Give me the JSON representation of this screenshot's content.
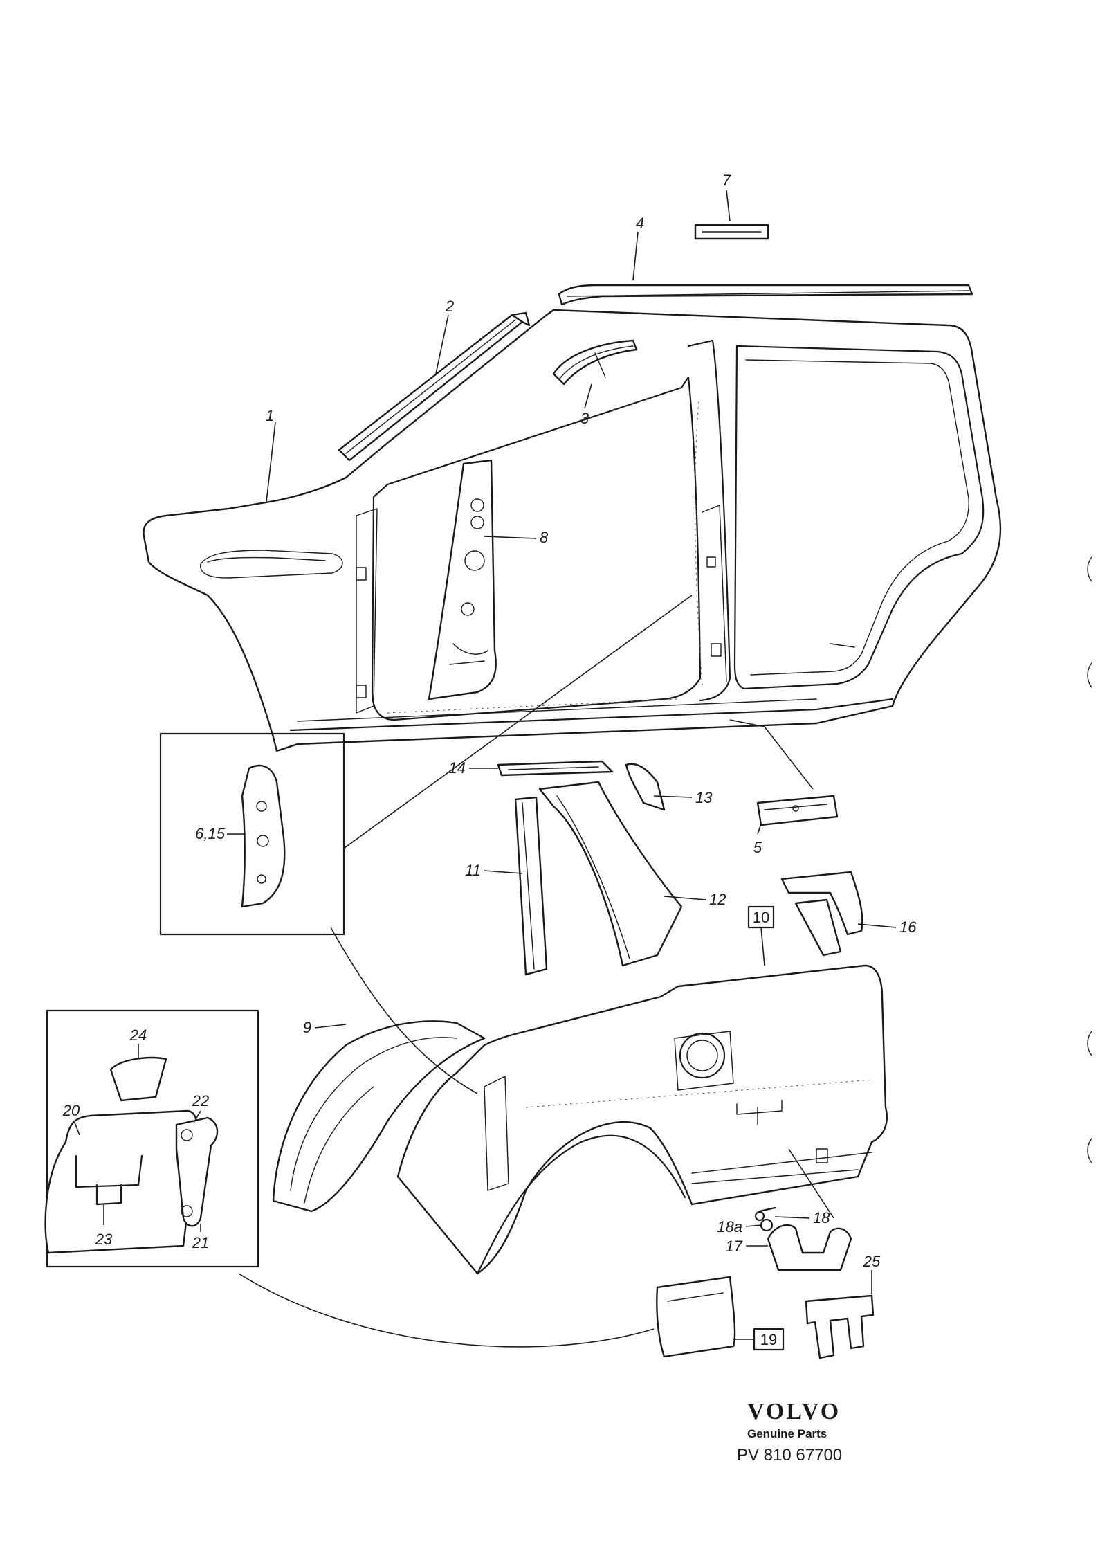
{
  "callouts": {
    "c1": "1",
    "c2": "2",
    "c3": "3",
    "c4": "4",
    "c5": "5",
    "c6_15": "6,15",
    "c7": "7",
    "c8": "8",
    "c9": "9",
    "c10": "10",
    "c11": "11",
    "c12": "12",
    "c13": "13",
    "c14": "14",
    "c16": "16",
    "c17": "17",
    "c18": "18",
    "c18a": "18a",
    "c19": "19",
    "c20": "20",
    "c21": "21",
    "c22": "22",
    "c23": "23",
    "c24": "24",
    "c25": "25"
  },
  "brand": {
    "logo": "VOLVO",
    "subtitle": "Genuine Parts",
    "code": "PV 810 67700"
  }
}
